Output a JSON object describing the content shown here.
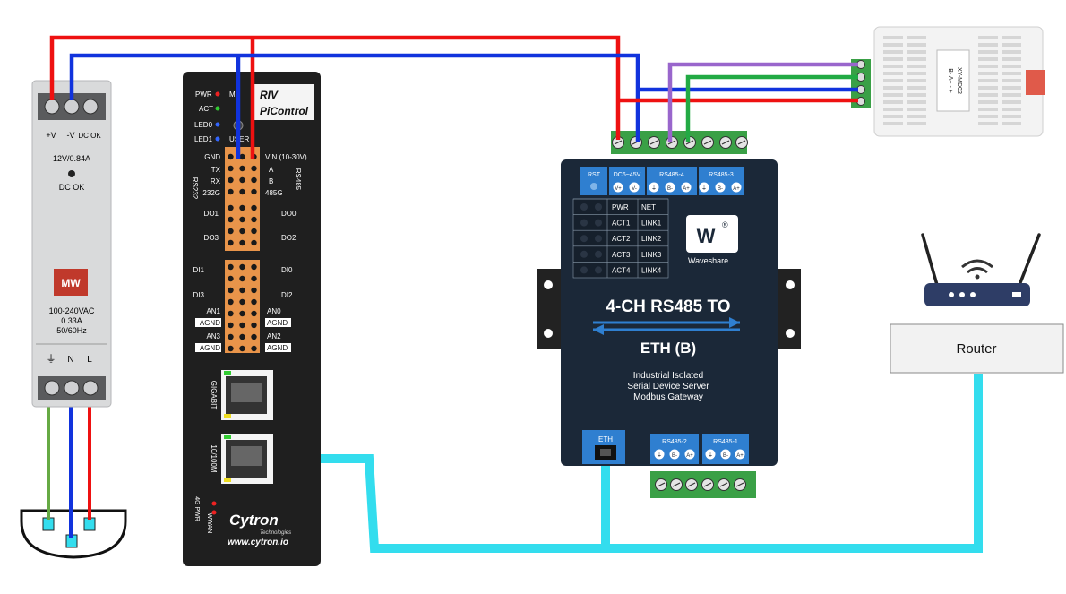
{
  "psu": {
    "terminal_labels": [
      "+V",
      "-V",
      "DC OK"
    ],
    "rating": "12V/0.84A",
    "status": "DC OK",
    "logo": "MW",
    "input_lines": [
      "100-240VAC",
      "0.33A",
      "50/60Hz"
    ],
    "bottom_labels": [
      "⏚",
      "N",
      "L"
    ]
  },
  "pi": {
    "brand_lines": [
      "RIV",
      "PiControl"
    ],
    "leds": [
      "PWR",
      "M",
      "ACT",
      "LED0",
      "LED1"
    ],
    "user_label": "USER",
    "left_labels": [
      "GND",
      "TX",
      "RX",
      "232G",
      "DO1",
      "DO3",
      "DI1",
      "DI3",
      "AN1",
      "AGND",
      "AN3",
      "AGND"
    ],
    "right_labels": [
      "VIN (10-30V)",
      "A",
      "B",
      "485G",
      "DO0",
      "DO2",
      "DI0",
      "DI2",
      "AN0",
      "AGND",
      "AN2",
      "AGND"
    ],
    "rs232": "RS232",
    "rs485": "RS485",
    "port_gigabit": "GIGABIT",
    "port_10100": "10/100M",
    "status_4g": "4G PWR",
    "status_wwan": "WWAN",
    "brand": "Cytron",
    "brand_sub": "Technologies",
    "website": "www.cytron.io"
  },
  "sensor": {
    "label_lines": [
      "XY-MD02",
      "B- A+ - +"
    ]
  },
  "gateway": {
    "rst": "RST",
    "top_terminals": [
      {
        "label": "DC6~45V",
        "pins": [
          "V+",
          "V-"
        ]
      },
      {
        "label": "RS485-4",
        "pins": [
          "⏚",
          "B-",
          "A+"
        ]
      },
      {
        "label": "RS485-3",
        "pins": [
          "⏚",
          "B-",
          "A+"
        ]
      }
    ],
    "led_table": [
      [
        "PWR",
        "NET"
      ],
      [
        "ACT1",
        "LINK1"
      ],
      [
        "ACT2",
        "LINK2"
      ],
      [
        "ACT3",
        "LINK3"
      ],
      [
        "ACT4",
        "LINK4"
      ]
    ],
    "brand": "Waveshare",
    "title_line1": "4-CH RS485 TO",
    "title_line2": "ETH (B)",
    "desc_lines": [
      "Industrial Isolated",
      "Serial Device Server",
      "Modbus Gateway"
    ],
    "eth_label": "ETH",
    "bottom_terminals": [
      {
        "label": "RS485-2",
        "pins": [
          "⏚",
          "B-",
          "A+"
        ]
      },
      {
        "label": "RS485-1",
        "pins": [
          "⏚",
          "B-",
          "A+"
        ]
      }
    ]
  },
  "router": {
    "label": "Router"
  },
  "wire_colors": {
    "power_positive": "#ee1111",
    "power_negative": "#1133dd",
    "rs485_a": "#9966cc",
    "rs485_b": "#22aa44",
    "ethernet": "#33ddee",
    "mains_earth": "#66aa44"
  }
}
